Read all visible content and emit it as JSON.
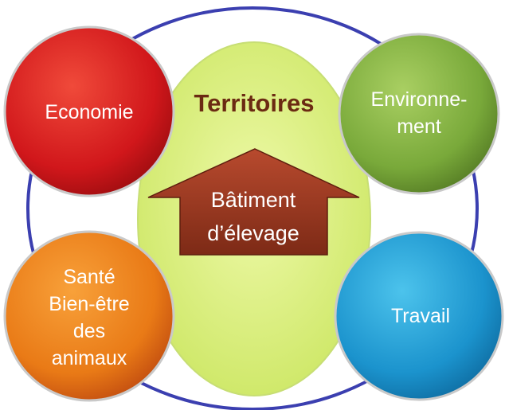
{
  "center": {
    "title": "Territoires",
    "arrow_line1": "Bâtiment",
    "arrow_line2": "d’élevage"
  },
  "circles": {
    "economie": {
      "line1": "Economie"
    },
    "environnement": {
      "line1": "Environne-",
      "line2": "ment"
    },
    "sante": {
      "line1": "Santé",
      "line2": "Bien-être",
      "line3": "des",
      "line4": "animaux"
    },
    "travail": {
      "line1": "Travail"
    }
  },
  "colors": {
    "outer_ring": "#3b3fb0",
    "center_ellipse": "#d8f07a",
    "title_text": "#6b2a12",
    "arrow_fill": "#9c3a22",
    "economie": "#d71a1a",
    "environnement": "#7fae3a",
    "sante": "#ec7f18",
    "travail": "#1e97d0"
  }
}
